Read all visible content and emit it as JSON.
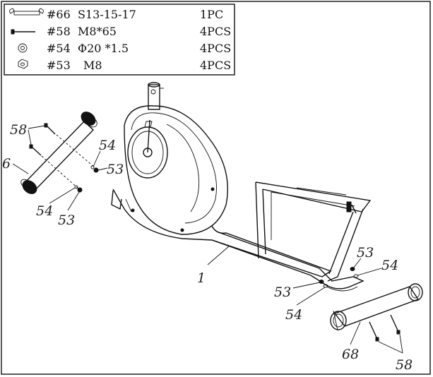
{
  "parts_table": {
    "rows": [
      {
        "icon": "wrench-icon",
        "part": "#66",
        "spec": "S13-15-17",
        "qty": "1PC"
      },
      {
        "icon": "bolt-icon",
        "part": "#58",
        "spec": "M8*65",
        "qty": "4PCS"
      },
      {
        "icon": "washer-icon",
        "part": "#54",
        "spec": "Φ20 *1.5",
        "qty": "4PCS"
      },
      {
        "icon": "nut-icon",
        "part": "#53",
        "spec": "M8",
        "qty": "4PCS"
      }
    ]
  },
  "callouts": {
    "front_bolts": "58",
    "front_stabilizer": "6",
    "front_washer_upper": "54",
    "front_nut_upper": "53",
    "front_washer_lower": "54",
    "front_nut_lower": "53",
    "main_frame": "1",
    "rear_nut_upper": "53",
    "rear_washer_upper": "54",
    "rear_nut_lower": "53",
    "rear_washer_lower": "54",
    "rear_stabilizer": "68",
    "rear_bolts": "58"
  }
}
